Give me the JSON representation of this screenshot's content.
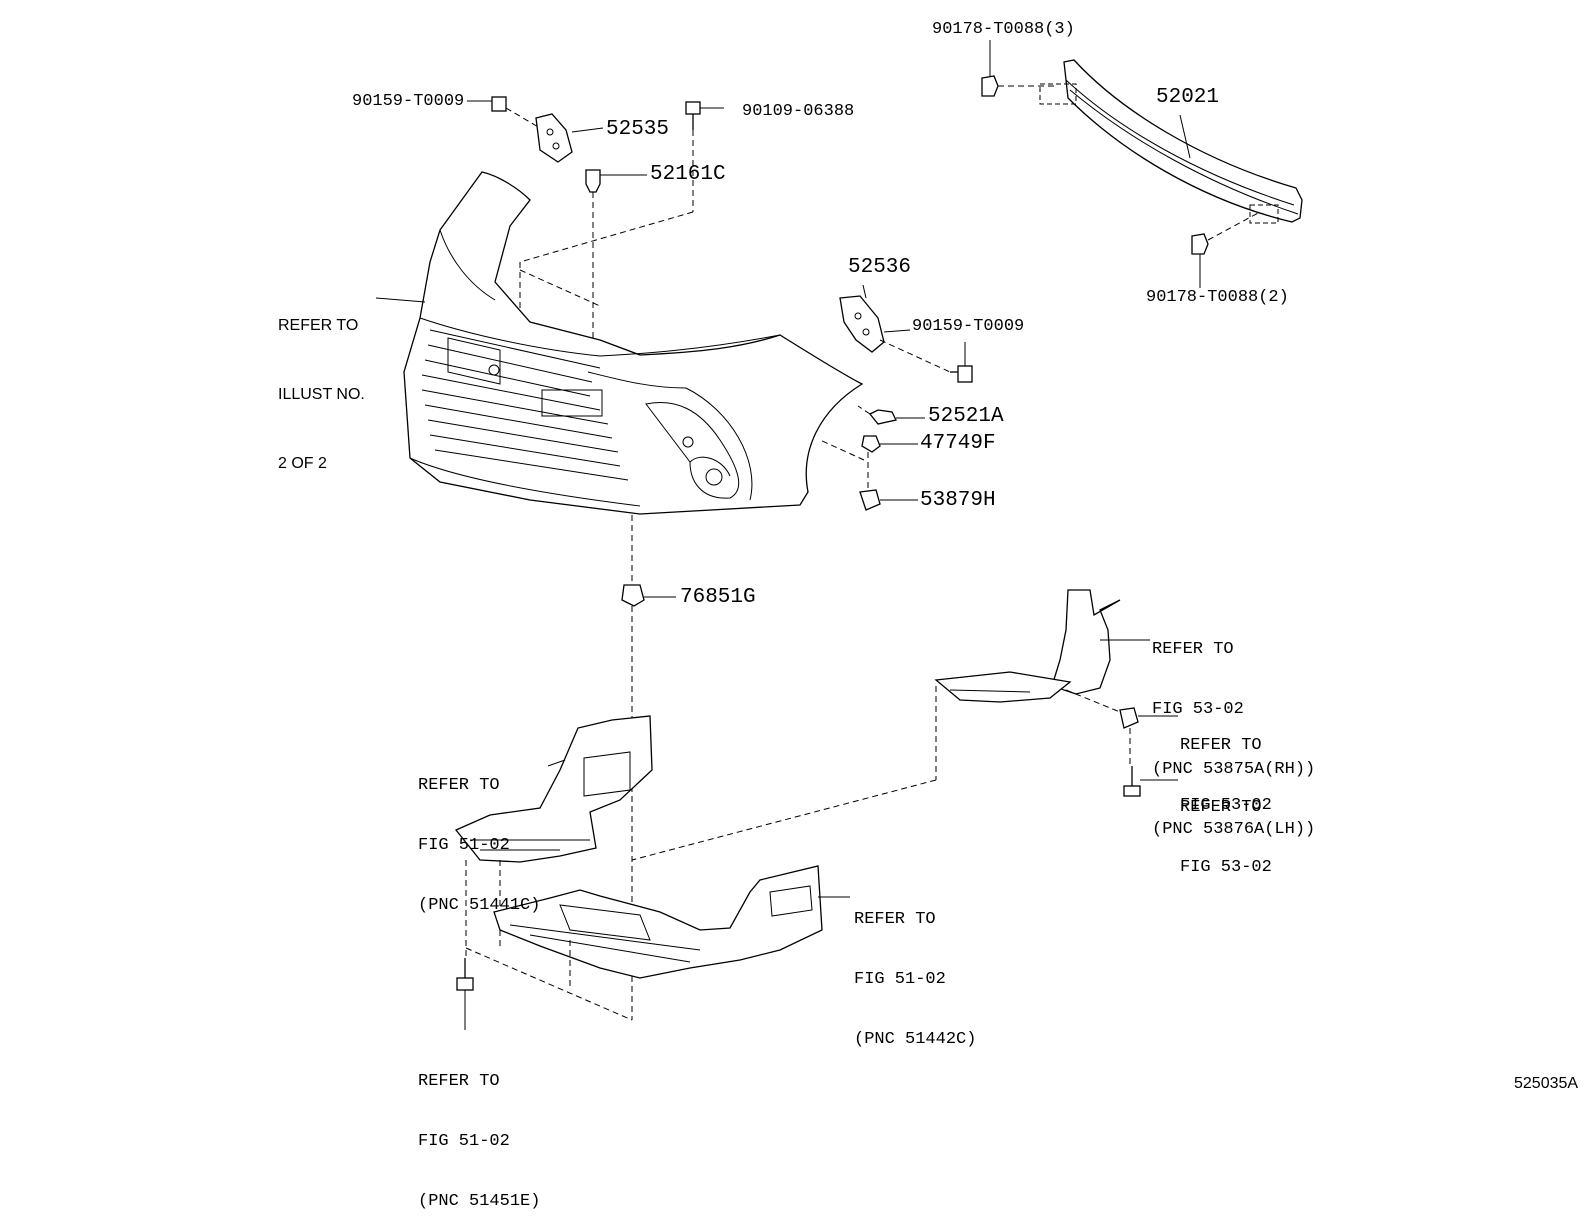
{
  "diagram_id": "525035A",
  "labels": {
    "p_90178_top": "90178-T0088(3)",
    "p_52021": "52021",
    "p_90178_bot": "90178-T0088(2)",
    "p_90159_a": "90159-T0009",
    "p_52535": "52535",
    "p_90109": "90109-06388",
    "p_52161c": "52161C",
    "refer_illust": [
      "REFER TO",
      "ILLUST NO.",
      "2 OF 2"
    ],
    "p_52536": "52536",
    "p_90159_b": "90159-T0009",
    "p_52521a": "52521A",
    "p_47749f": "47749F",
    "p_53879h": "53879H",
    "p_76851g": "76851G",
    "refer_53875": [
      "REFER TO",
      "FIG 53-02",
      "(PNC 53875A(RH))",
      "(PNC 53876A(LH))"
    ],
    "refer_53_clip": [
      "REFER TO",
      "FIG 53-02"
    ],
    "refer_53_bolt": [
      "REFER TO",
      "FIG 53-02"
    ],
    "refer_51441": [
      "REFER TO",
      "FIG 51-02",
      "(PNC 51441C)"
    ],
    "refer_51442": [
      "REFER TO",
      "FIG 51-02",
      "(PNC 51442C)"
    ],
    "refer_51451": [
      "REFER TO",
      "FIG 51-02",
      "(PNC 51451E)"
    ]
  }
}
